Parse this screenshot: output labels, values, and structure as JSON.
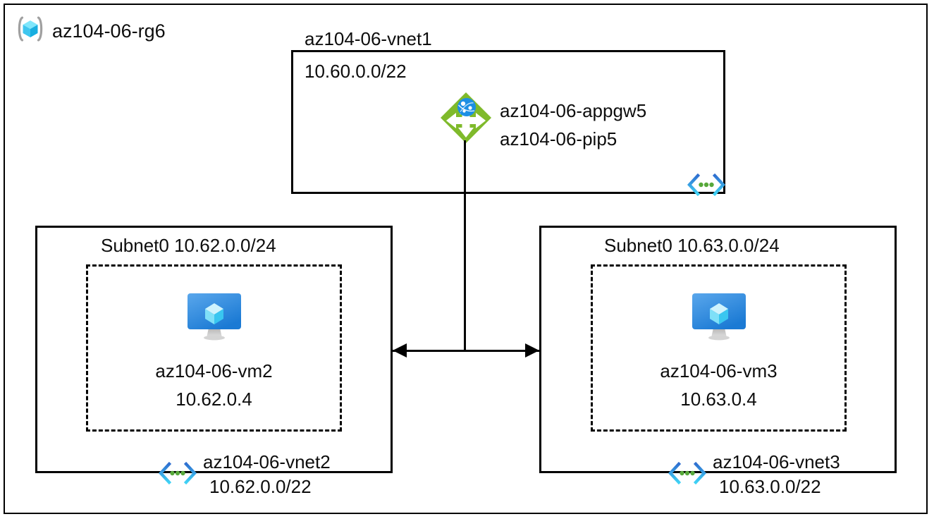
{
  "resource_group": {
    "name": "az104-06-rg6",
    "icon": "resource-group-cube-icon"
  },
  "vnet1": {
    "name": "az104-06-vnet1",
    "address_space": "10.60.0.0/22",
    "peering_icon": "vnet-peering-icon",
    "gateway": {
      "icon": "application-gateway-icon",
      "name": "az104-06-appgw5",
      "public_ip": "az104-06-pip5"
    }
  },
  "vnet2": {
    "subnet_label": "Subnet0 10.62.0.0/24",
    "name": "az104-06-vnet2",
    "address_space": "10.62.0.0/22",
    "peering_icon": "vnet-peering-icon",
    "vm": {
      "icon": "virtual-machine-icon",
      "name": "az104-06-vm2",
      "private_ip": "10.62.0.4"
    }
  },
  "vnet3": {
    "subnet_label": "Subnet0 10.63.0.0/24",
    "name": "az104-06-vnet3",
    "address_space": "10.63.0.0/22",
    "peering_icon": "vnet-peering-icon",
    "vm": {
      "icon": "virtual-machine-icon",
      "name": "az104-06-vm3",
      "private_ip": "10.63.0.4"
    }
  },
  "connectors": {
    "gateway_to_peering": "vertical-line",
    "vnet2_vnet3_peering": "double-headed-arrow"
  },
  "colors": {
    "gateway_green": "#7FBA2B",
    "gateway_globe_blue": "#1C8FE4",
    "vm_monitor_blue": "#2E8CE0",
    "vm_cube_cyan": "#8FE4FB",
    "peering_cyan": "#32C8F0",
    "peering_blue": "#2F6FD0",
    "peering_dot_green": "#57A83A",
    "rg_cube_cyan": "#5BD7F5",
    "rg_bracket_gray": "#A0A0A0",
    "stroke_black": "#000000"
  }
}
